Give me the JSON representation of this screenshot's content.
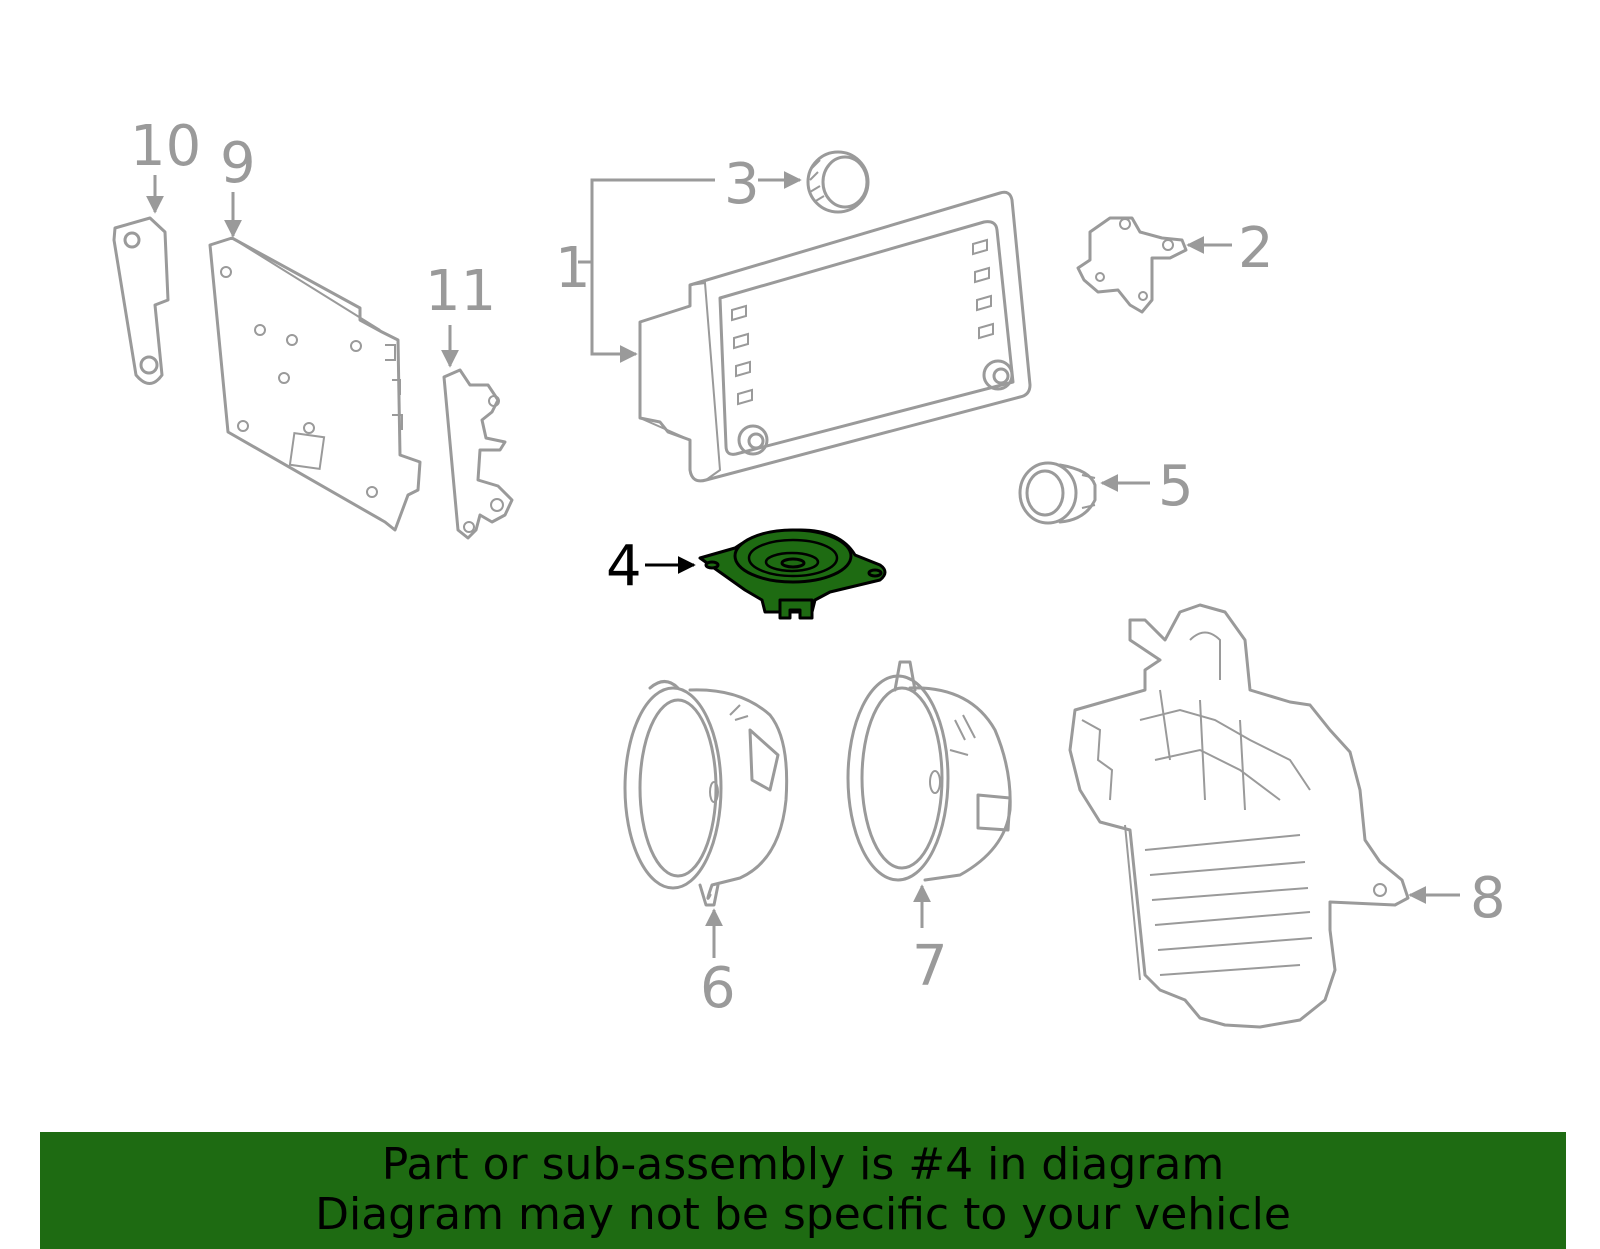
{
  "callouts": {
    "c1": "1",
    "c2": "2",
    "c3": "3",
    "c4": "4",
    "c5": "5",
    "c6": "6",
    "c7": "7",
    "c8": "8",
    "c9": "9",
    "c10": "10",
    "c11": "11"
  },
  "highlighted_part": "4",
  "colors": {
    "highlight": "#1e6b12",
    "lines": "#9a9a9a",
    "background": "#ffffff"
  },
  "banner": {
    "line1": "Part or sub-assembly is #4 in diagram",
    "line2": "Diagram may not be specific to your vehicle"
  }
}
